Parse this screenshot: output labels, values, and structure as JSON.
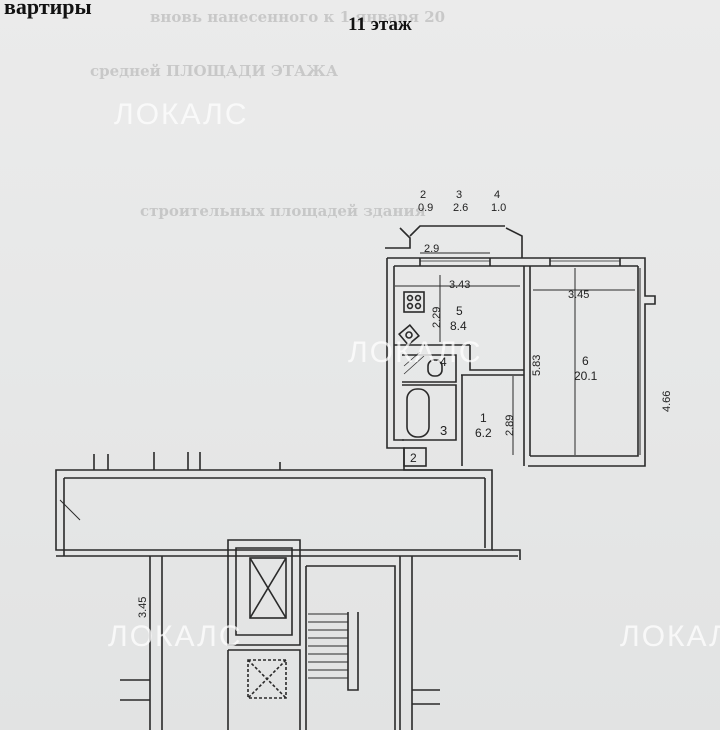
{
  "header": {
    "title_fragment": "вартиры",
    "floor": "11 этаж"
  },
  "watermark": {
    "brand": "ЛОКАЛС"
  },
  "bleed_through": [
    "вновь нанесенного к 1 января 20",
    "средней ПЛОЩАДИ ЭТАЖА",
    "строительных площадей здания"
  ],
  "explication": [
    {
      "no": "2",
      "area": "0.9"
    },
    {
      "no": "3",
      "area": "2.6"
    },
    {
      "no": "4",
      "area": "1.0"
    }
  ],
  "rooms": [
    {
      "no": "5",
      "area": "8.4"
    },
    {
      "no": "6",
      "area": "20.1"
    },
    {
      "no": "1",
      "area": "6.2"
    },
    {
      "no": "3",
      "area": ""
    },
    {
      "no": "4",
      "area": ""
    },
    {
      "no": "2",
      "area": ""
    }
  ],
  "dimensions": {
    "balcony_width": "2.9",
    "kitchen_width": "3.43",
    "kitchen_depth": "2.29",
    "room_width": "3.45",
    "room_depth_left": "5.83",
    "room_depth_right": "4.66",
    "hall_depth": "2.89",
    "corridor_room": "3.45"
  }
}
